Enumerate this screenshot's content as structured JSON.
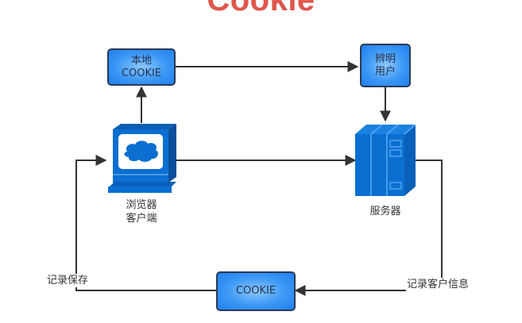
{
  "title": "Cookie",
  "nodes": {
    "local_cookie": {
      "line1": "本地",
      "line2": "COOKIE"
    },
    "identify_user": {
      "line1": "辨明",
      "line2": "用户"
    },
    "browser_client": {
      "line1": "浏览器",
      "line2": "客户端",
      "icon": "computer-monitor-icon"
    },
    "server": {
      "label": "服务器",
      "icon": "server-rack-icon"
    },
    "cookie": {
      "label": "COOKIE"
    }
  },
  "edge_labels": {
    "record_save": "记录保存",
    "record_client_info": "记录客户信息"
  },
  "edges": [
    {
      "from": "browser_client",
      "to": "local_cookie"
    },
    {
      "from": "local_cookie",
      "to": "identify_user"
    },
    {
      "from": "identify_user",
      "to": "server"
    },
    {
      "from": "browser_client",
      "to": "server"
    },
    {
      "from": "server",
      "to": "cookie",
      "label": "记录客户信息"
    },
    {
      "from": "cookie",
      "to": "browser_client",
      "label": "记录保存"
    }
  ],
  "colors": {
    "title": "#e0554b",
    "node_fill": "#3c98f5",
    "icon_blue": "#0a6fd1",
    "line": "#333333"
  }
}
